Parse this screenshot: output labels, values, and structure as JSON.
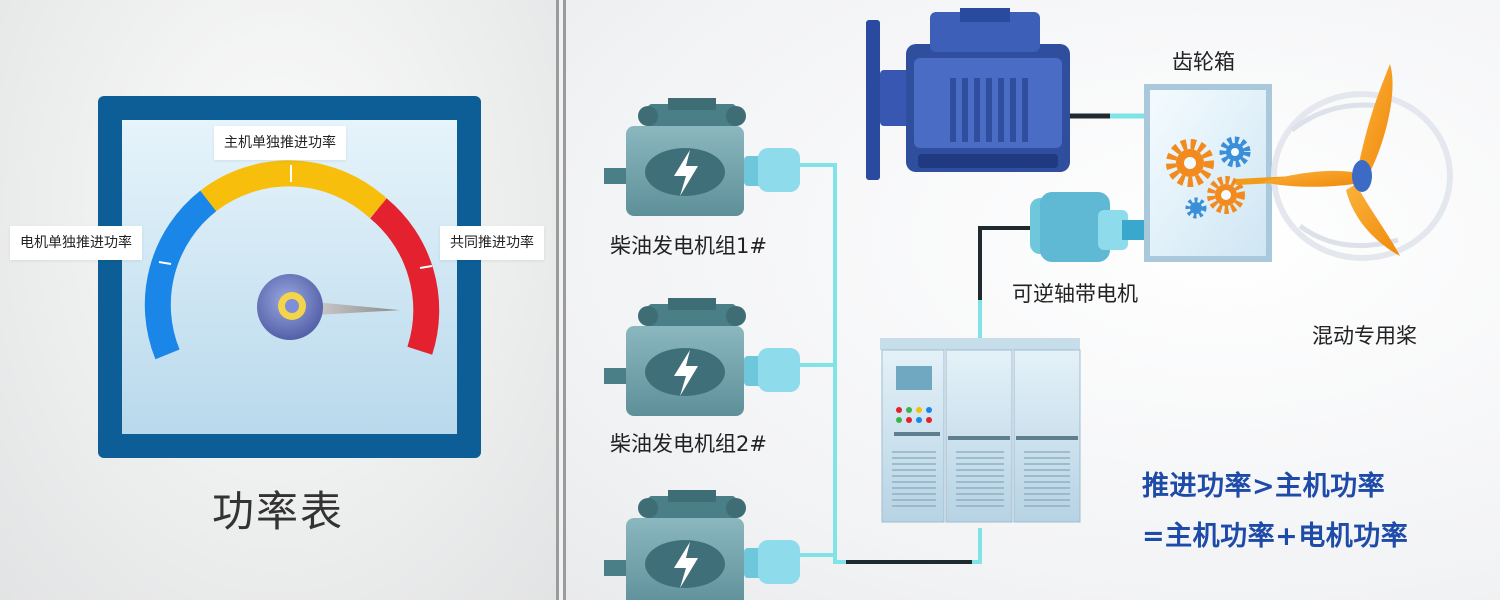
{
  "meter": {
    "title": "功率表",
    "label_left": "电机单独推进功率",
    "label_top": "主机单独推进功率",
    "label_right": "共同推进功率",
    "needle_fraction": 0.88
  },
  "components": {
    "generator_1": "柴油发电机组1#",
    "generator_2": "柴油发电机组2#",
    "gearbox": "齿轮箱",
    "shaft_motor": "可逆轴带电机",
    "propeller": "混动专用桨"
  },
  "formula": {
    "line1": "推进功率>主机功率",
    "line2": "=主机功率+电机功率"
  },
  "colors": {
    "frame": "#0d5e96",
    "arc_blue": "#1a86e8",
    "arc_yellow": "#f7bf0b",
    "arc_red": "#e4212e",
    "cable": "#7fe3e8",
    "formula": "#1e4aa8"
  }
}
